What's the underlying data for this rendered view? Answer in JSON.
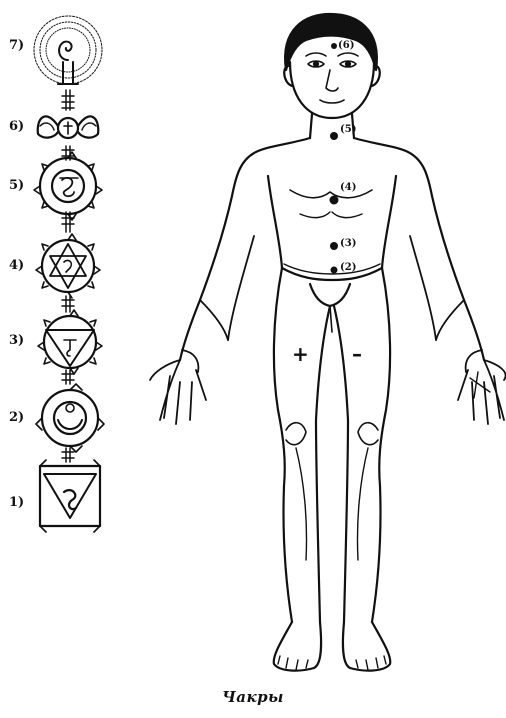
{
  "caption": "Чакры",
  "column_labels": [
    "7)",
    "6)",
    "5)",
    "4)",
    "3)",
    "2)",
    "1)"
  ],
  "body_points": [
    "(6)",
    "(5)",
    "(4)",
    "(3)",
    "(2)"
  ],
  "polarity": {
    "plus": "+",
    "minus": "–"
  },
  "ink_color": "#111111"
}
